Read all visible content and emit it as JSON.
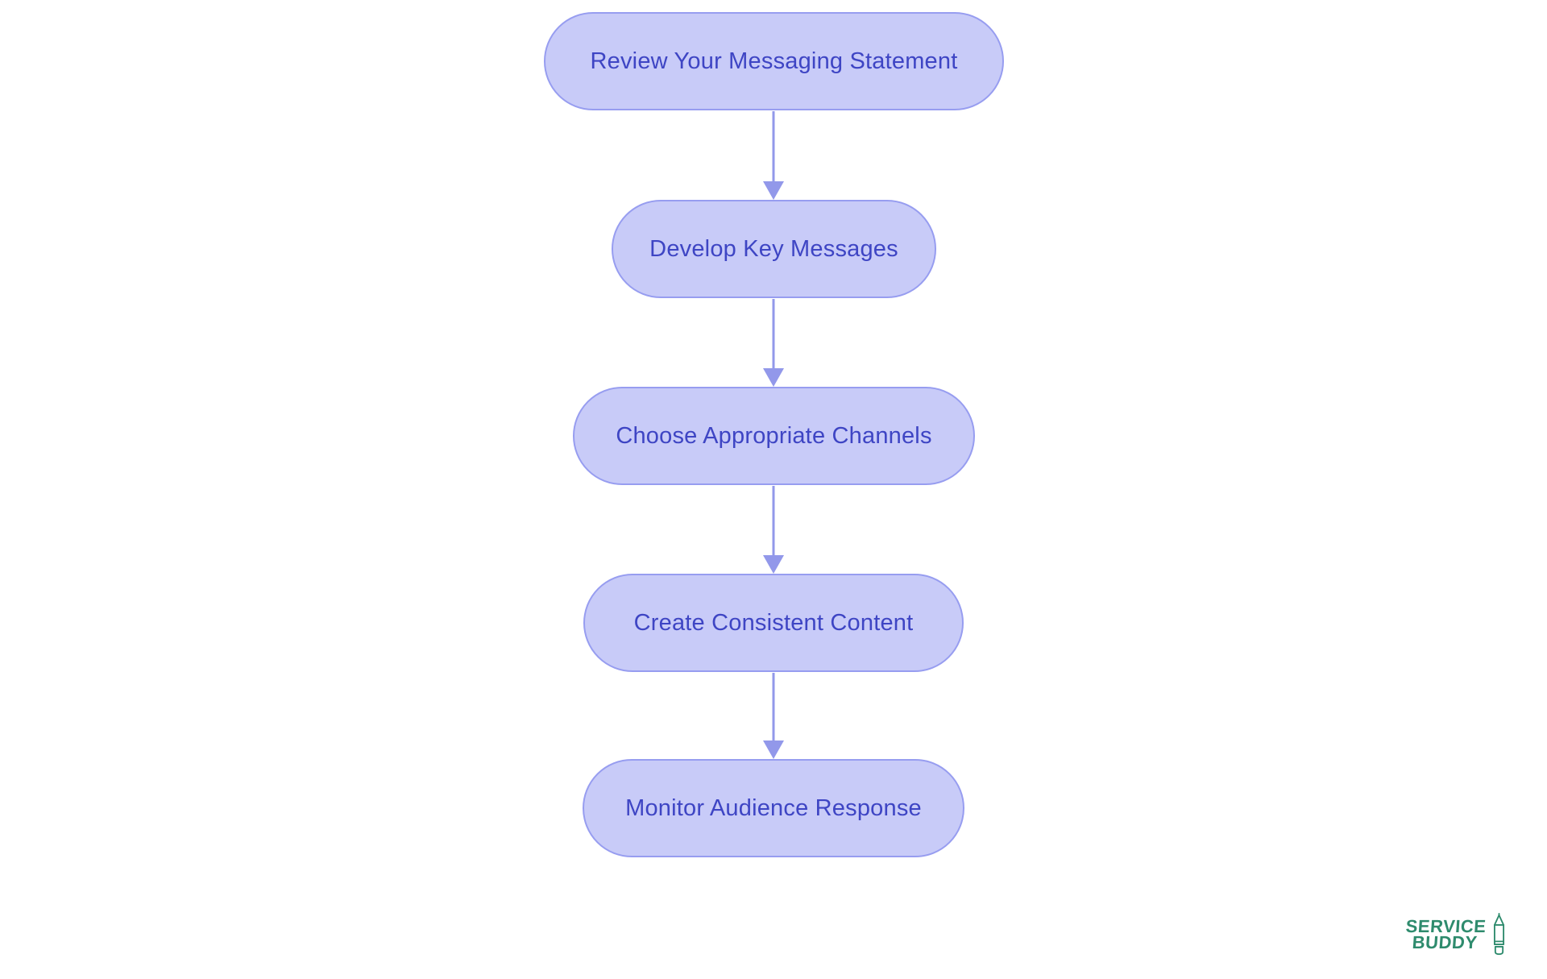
{
  "diagram": {
    "type": "flowchart",
    "direction": "top-down",
    "nodes": [
      {
        "id": "review",
        "label": "Review Your Messaging Statement"
      },
      {
        "id": "develop",
        "label": "Develop Key Messages"
      },
      {
        "id": "choose",
        "label": "Choose Appropriate Channels"
      },
      {
        "id": "create",
        "label": "Create Consistent Content"
      },
      {
        "id": "monitor",
        "label": "Monitor Audience Response"
      }
    ],
    "edges": [
      {
        "from": "review",
        "to": "develop"
      },
      {
        "from": "develop",
        "to": "choose"
      },
      {
        "from": "choose",
        "to": "create"
      },
      {
        "from": "create",
        "to": "monitor"
      }
    ]
  },
  "logo": {
    "line1": "SERVICE",
    "line2": "BUDDY",
    "icon": "pencil-icon"
  },
  "colors": {
    "node_fill": "#c8cbf8",
    "node_border": "#979df0",
    "node_text": "#3e45c4",
    "arrow": "#9298ea",
    "logo": "#2e8b6d",
    "bg": "#ffffff"
  }
}
